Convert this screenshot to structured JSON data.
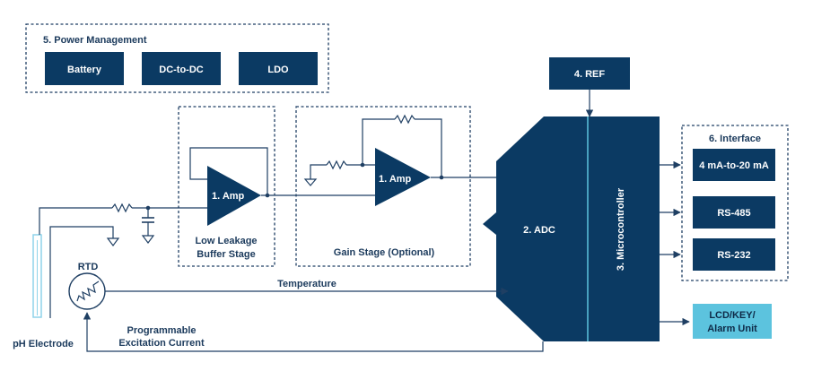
{
  "colors": {
    "navy": "#0b3a63",
    "line": "#1f3f63",
    "light_blue": "#5cc3de",
    "electrode": "#8fd3ea"
  },
  "power": {
    "title": "5. Power Management",
    "items": [
      "Battery",
      "DC-to-DC",
      "LDO"
    ]
  },
  "ref_label": "4. REF",
  "buffer": {
    "amp": "1. Amp",
    "caption_line1": "Low Leakage",
    "caption_line2": "Buffer Stage"
  },
  "gain": {
    "amp": "1. Amp",
    "caption": "Gain Stage (Optional)"
  },
  "adc_label": "2. ADC",
  "mcu_label": "3. Microcontroller",
  "interface": {
    "title": "6. Interface",
    "items": [
      "4 mA-to-20 mA",
      "RS-485",
      "RS-232"
    ]
  },
  "lcd": {
    "line1": "LCD/KEY/",
    "line2": "Alarm Unit"
  },
  "rtd_label": "RTD",
  "temperature_label": "Temperature",
  "excitation": {
    "line1": "Programmable",
    "line2": "Excitation Current"
  },
  "electrode_label": "pH Electrode"
}
